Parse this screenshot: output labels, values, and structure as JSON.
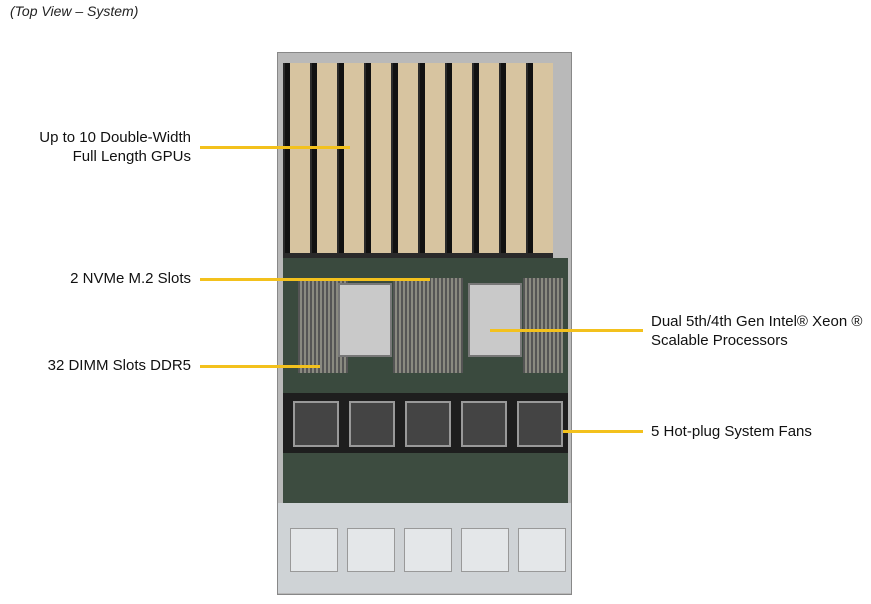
{
  "caption": "(Top View – System)",
  "callouts": {
    "gpus": [
      "Up to 10 Double-Width",
      "Full Length GPUs"
    ],
    "nvme": "2 NVMe M.2 Slots",
    "dimm": "32 DIMM Slots DDR5",
    "cpu": [
      "Dual 5th/4th Gen Intel® Xeon ®",
      "Scalable Processors"
    ],
    "fans": "5 Hot-plug System Fans"
  },
  "colors": {
    "callout_line": "#f3c11d"
  }
}
